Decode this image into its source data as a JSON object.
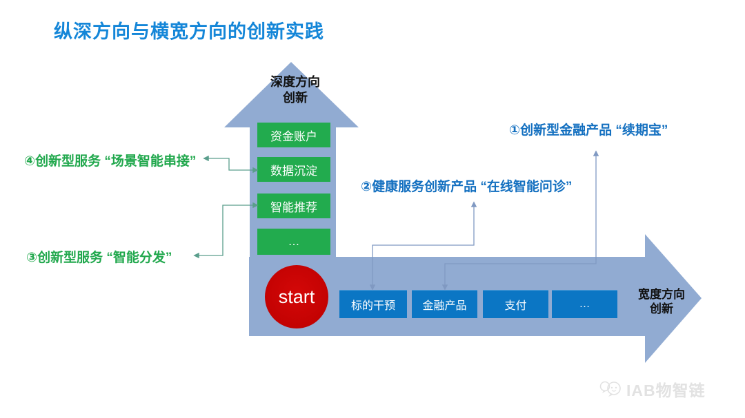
{
  "title": "纵深方向与横宽方向的创新实践",
  "depth_axis": {
    "label_line1": "深度方向",
    "label_line2": "创新",
    "boxes": [
      "资金账户",
      "数据沉淀",
      "智能推荐",
      "…"
    ]
  },
  "width_axis": {
    "label_line1": "宽度方向",
    "label_line2": "创新",
    "boxes": [
      "标的干预",
      "金融产品",
      "支付",
      "…"
    ]
  },
  "start_node": {
    "label": "start"
  },
  "annotations": {
    "item1": "①创新型金融产品 “续期宝”",
    "item2": "②健康服务创新产品 “在线智能问诊”",
    "item3": "③创新型服务 “智能分发”",
    "item4": "④创新型服务 “场景智能串接”"
  },
  "watermark": {
    "logo": "chat-bubble-logo",
    "text": "IAB物智链"
  },
  "colors": {
    "title_blue": "#1486D8",
    "arrow_fill": "#91ABD2",
    "green_box": "#22AB4E",
    "blue_box": "#0B76C4",
    "start_red": "#C30202",
    "annotation_green": "#21A84D",
    "annotation_blue": "#1470C0",
    "connector_green": "#5A9E8C",
    "connector_blue": "#8099C2",
    "watermark_gray": "#E2E2E2"
  }
}
